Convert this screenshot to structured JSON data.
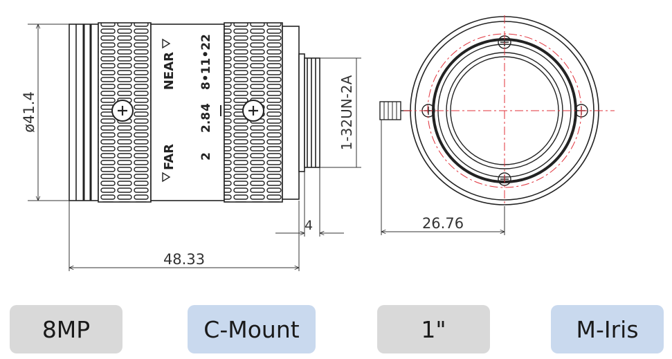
{
  "drawing": {
    "diameter": "ø41.4",
    "thread": "1-32UN-2A",
    "flange": "4",
    "length": "48.33",
    "back_focus": "26.76",
    "ring_near": "NEAR",
    "ring_far": "FAR",
    "scale_values": [
      "2",
      "2.8",
      "4",
      "8•11•22"
    ]
  },
  "badges": [
    "8MP",
    "C-Mount",
    "1\"",
    "M-Iris"
  ],
  "colors": {
    "gray_badge": "#d9d9d9",
    "blue_badge": "#c9d9ee",
    "centerline": "#e0303a"
  }
}
